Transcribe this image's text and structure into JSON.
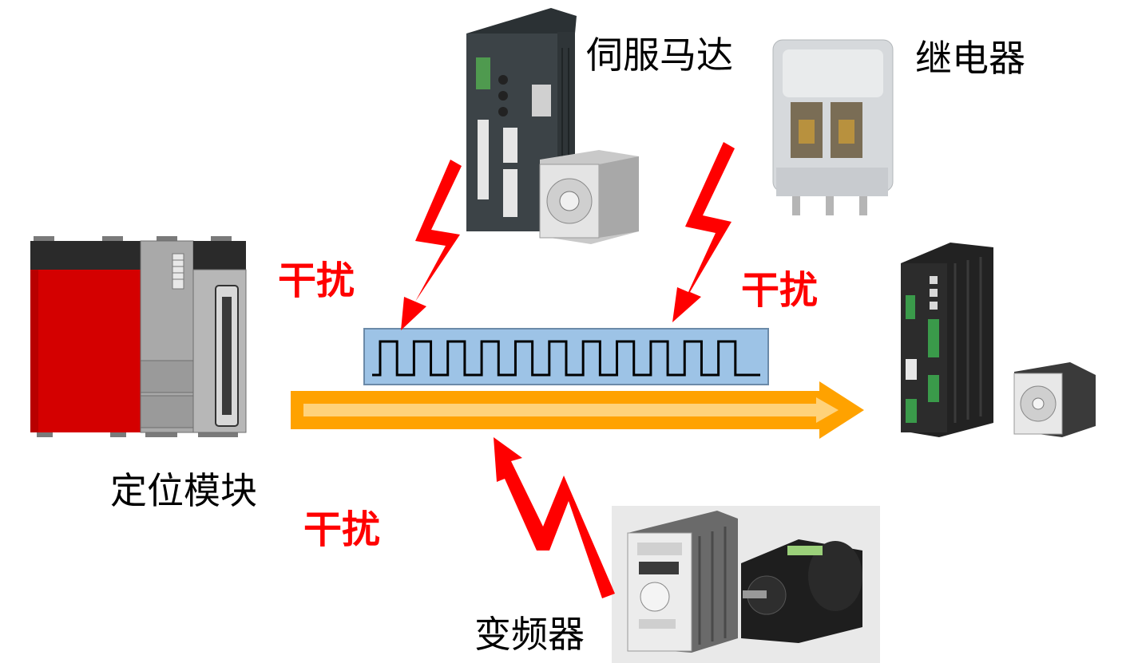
{
  "labels": {
    "servo": "伺服马达",
    "relay": "继电器",
    "positioning_module": "定位模块",
    "inverter": "变频器"
  },
  "interference": {
    "left": "干扰",
    "right": "干扰",
    "bottom": "干扰"
  },
  "colors": {
    "lightning": "#ff0000",
    "arrow_outer": "#ffa200",
    "arrow_inner": "#ffd27a",
    "pulse_box": "#9dc3e6",
    "module_red": "#d40000"
  }
}
